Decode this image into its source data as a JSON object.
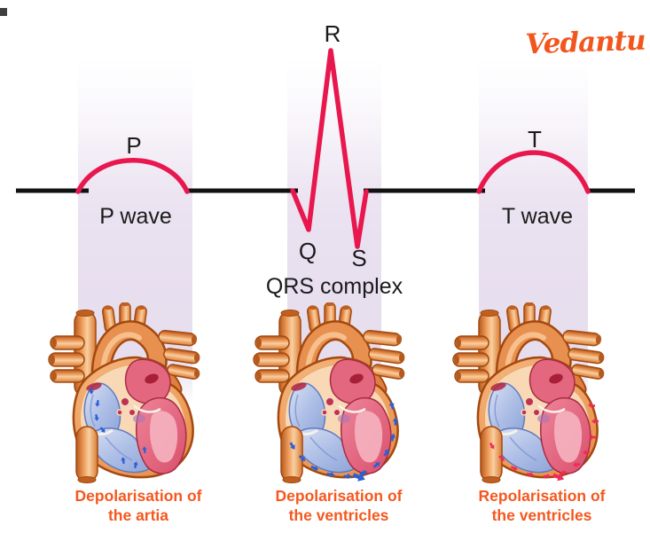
{
  "logo": {
    "text": "Vedantu",
    "color": "#F2561D"
  },
  "ecg": {
    "trace_color": "#E8174E",
    "baseline_color": "#111111",
    "labels": {
      "p": "P",
      "q": "Q",
      "r": "R",
      "s": "S",
      "t": "T"
    },
    "annotations": {
      "p_wave": "P wave",
      "qrs_complex": "QRS complex",
      "t_wave": "T wave"
    }
  },
  "band_color": "#E8DFEF",
  "caption_color": "#F4581F",
  "hearts": [
    {
      "name": "atrial-depolarisation",
      "arrow_color": "#2E5FD7",
      "caption": {
        "line1": "Depolarisation of",
        "line2": "the artia"
      }
    },
    {
      "name": "ventricular-depolarisation",
      "arrow_color": "#2E5FD7",
      "caption": {
        "line1": "Depolarisation of",
        "line2": "the ventricles"
      }
    },
    {
      "name": "ventricular-repolarisation",
      "arrow_color": "#F02A5C",
      "caption": {
        "line1": "Repolarisation of",
        "line2": "the ventricles"
      }
    }
  ]
}
